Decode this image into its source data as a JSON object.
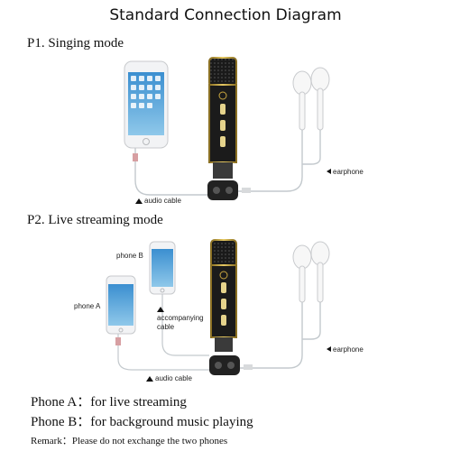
{
  "title": "Standard Connection Diagram",
  "mode1": {
    "heading": "P1. Singing mode",
    "audio_cable_label": "audio cable",
    "earphone_label": "earphone"
  },
  "mode2": {
    "heading": "P2. Live streaming mode",
    "phone_b_label": "phone B",
    "phone_a_label": "phone A",
    "accompanying_label_1": "accompanying",
    "accompanying_label_2": "cable",
    "audio_cable_label": "audio cable",
    "earphone_label": "earphone"
  },
  "legend": {
    "phone_a": "Phone A：for live streaming",
    "phone_b": "Phone B：for background music playing",
    "remark": "Remark：Please do not exchange the two phones"
  },
  "colors": {
    "mic_body": "#1b1b1b",
    "mic_gold": "#c9a640",
    "cable": "#bfc7cc",
    "jack": "#d8a6a6",
    "phone_frame": "#e9eaec",
    "screen": "#5ea7d9"
  }
}
